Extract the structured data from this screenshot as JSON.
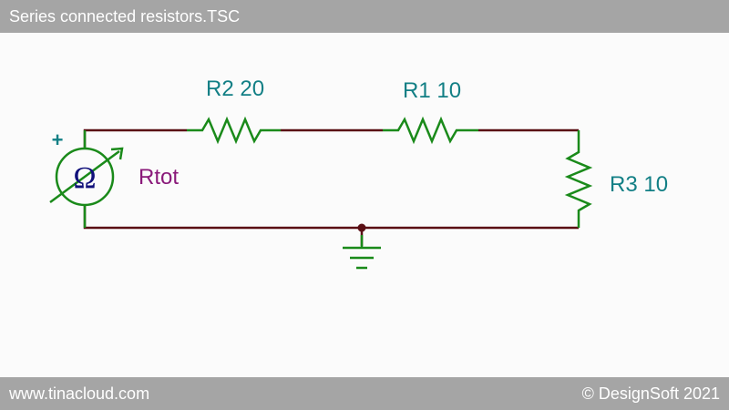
{
  "window": {
    "title": "Series connected resistors.TSC"
  },
  "footer": {
    "url": "www.tinacloud.com",
    "copyright": "© DesignSoft 2021"
  },
  "circuit": {
    "ohmmeter": {
      "symbol": "Ω",
      "polarity": "+",
      "label": "Rtot"
    },
    "resistors": [
      {
        "label": "R2 20"
      },
      {
        "label": "R1 10"
      },
      {
        "label": "R3 10"
      }
    ],
    "colors": {
      "wire": "#5a0f14",
      "component": "#1a8a1a",
      "resistor_label": "#127f85",
      "meter_label": "#8a1a7a",
      "omega": "#10107a",
      "junction": "#5a0f14"
    }
  }
}
